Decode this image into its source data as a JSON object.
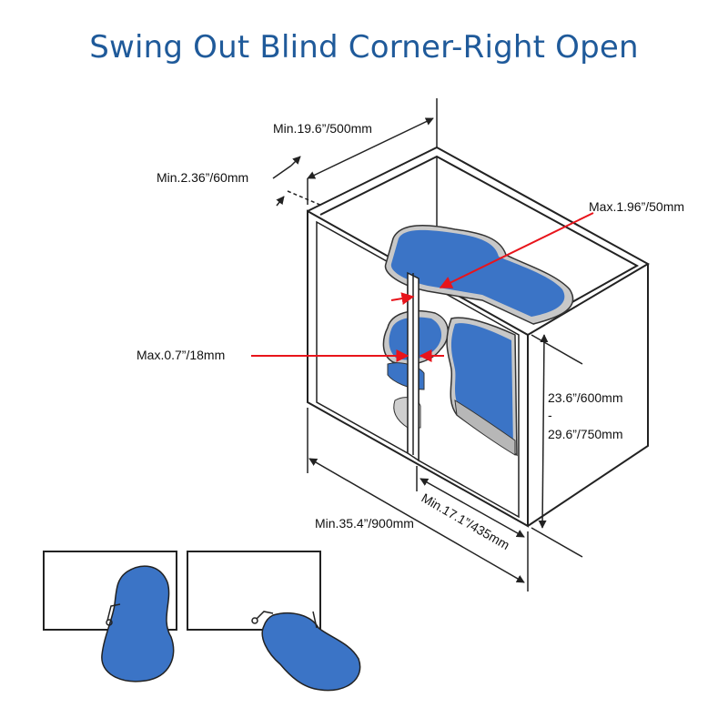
{
  "title": "Swing Out Blind Corner-Right Open",
  "colors": {
    "title": "#1f5a9a",
    "shelf": "#3b74c6",
    "arrow": "#e8141b",
    "line": "#222222"
  },
  "dimensions": {
    "min_width_depth": "Min.19.6”/500mm",
    "min_gap": "Min.2.36”/60mm",
    "max_frame": "Max.1.96”/50mm",
    "max_panel": "Max.0.7”/18mm",
    "height_min": "23.6”/600mm",
    "height_dash": "-",
    "height_max": "29.6”/750mm",
    "min_cabinet_width": "Min.35.4”/900mm",
    "min_opening": "Min.17.1”/435mm"
  }
}
